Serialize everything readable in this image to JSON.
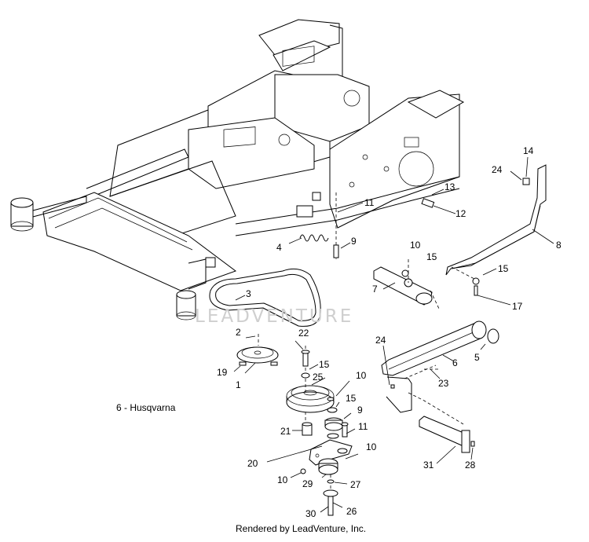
{
  "brand_label": "6 - Husqvarna",
  "watermark": "LEADVENTURE",
  "footer": "Rendered by LeadVenture, Inc.",
  "callouts": {
    "c2": "2",
    "c1": "1",
    "c19": "19",
    "c3": "3",
    "c4": "4",
    "c9a": "9",
    "c11a": "11",
    "c13": "13",
    "c12": "12",
    "c14": "14",
    "c24a": "24",
    "c8": "8",
    "c10a": "10",
    "c15a": "15",
    "c7": "7",
    "c15b": "15",
    "c17": "17",
    "c24b": "24",
    "c6": "6",
    "c5": "5",
    "c23": "23",
    "c22": "22",
    "c15c": "15",
    "c25": "25",
    "c10b": "10",
    "c15d": "15",
    "c9b": "9",
    "c21": "21",
    "c11b": "11",
    "c20": "20",
    "c10c": "10",
    "c10d": "10",
    "c29": "29",
    "c27": "27",
    "c30": "30",
    "c26": "26",
    "c31": "31",
    "c28": "28"
  }
}
